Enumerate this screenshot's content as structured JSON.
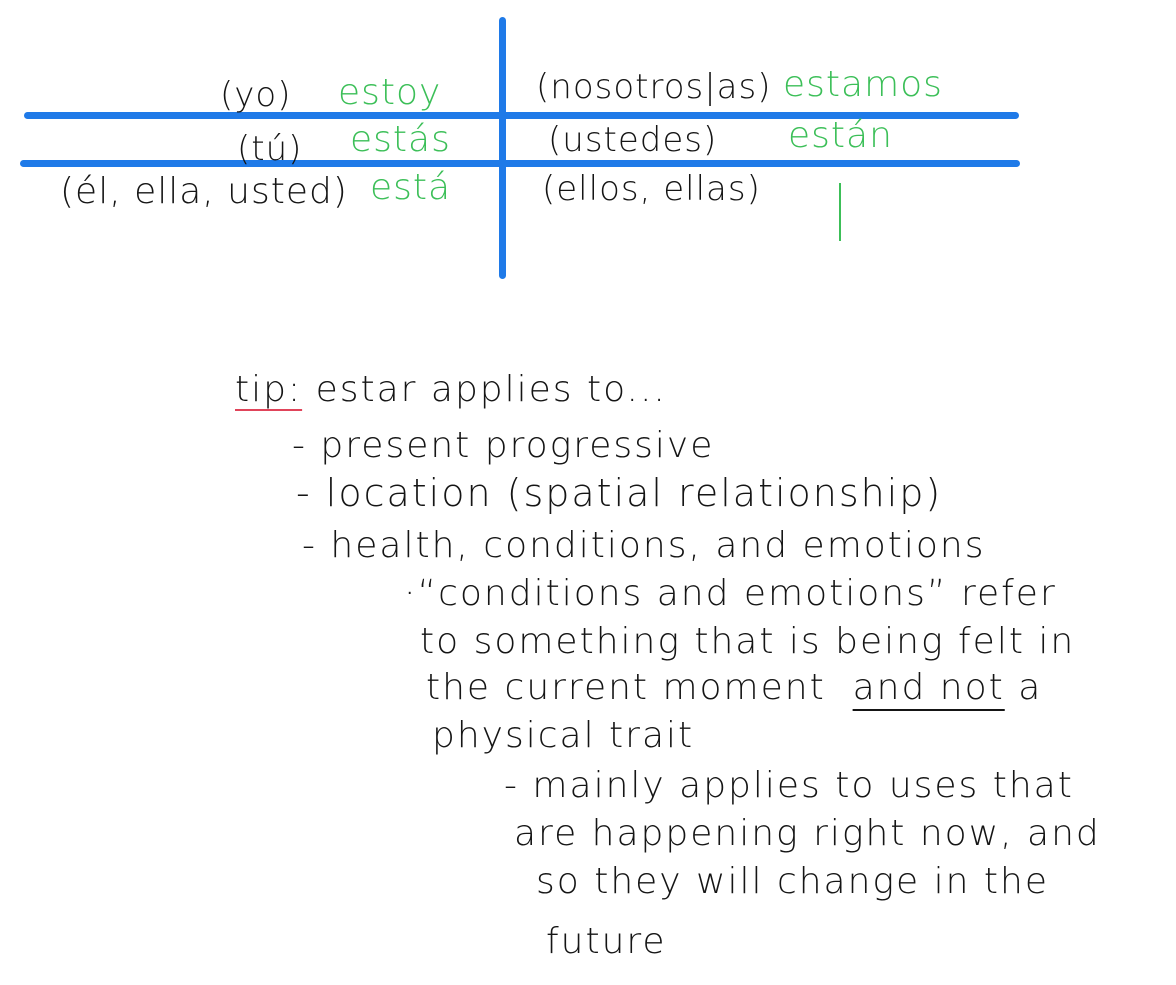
{
  "conjugation_table": {
    "verb": "estar",
    "colors": {
      "grid": "#1f7ae8",
      "verb_forms": "#3cbf58",
      "pronouns": "#151515"
    },
    "rows": [
      {
        "singular_pronoun": "(yo)",
        "singular_form": "estoy",
        "plural_pronoun": "(nosotros|as)",
        "plural_form": "estamos"
      },
      {
        "singular_pronoun": "(tú)",
        "singular_form": "estás",
        "plural_pronoun": "(ustedes)",
        "plural_form": "están"
      },
      {
        "singular_pronoun": "(él, ella, usted)",
        "singular_form": "está",
        "plural_pronoun": "(ellos, ellas)",
        "plural_form": "|"
      }
    ]
  },
  "notes": {
    "tip_label": "tip:",
    "tip_text": "estar applies to...",
    "underline_color": "#e0445a",
    "bullets": [
      "- present progressive",
      "- location (spatial relationship)",
      "- health, conditions, and emotions"
    ],
    "explanation": {
      "line1": "·“conditions and emotions” refer",
      "line2": "to something that is being felt in",
      "line3_start": "the current moment",
      "line3_emphasis": "and not",
      "line3_end": "a",
      "line4": "physical trait"
    },
    "sub_bullet": {
      "line1": "- mainly applies to uses that",
      "line2": "are happening right now, and",
      "line3": "so they will change in the",
      "line4": "future"
    }
  }
}
